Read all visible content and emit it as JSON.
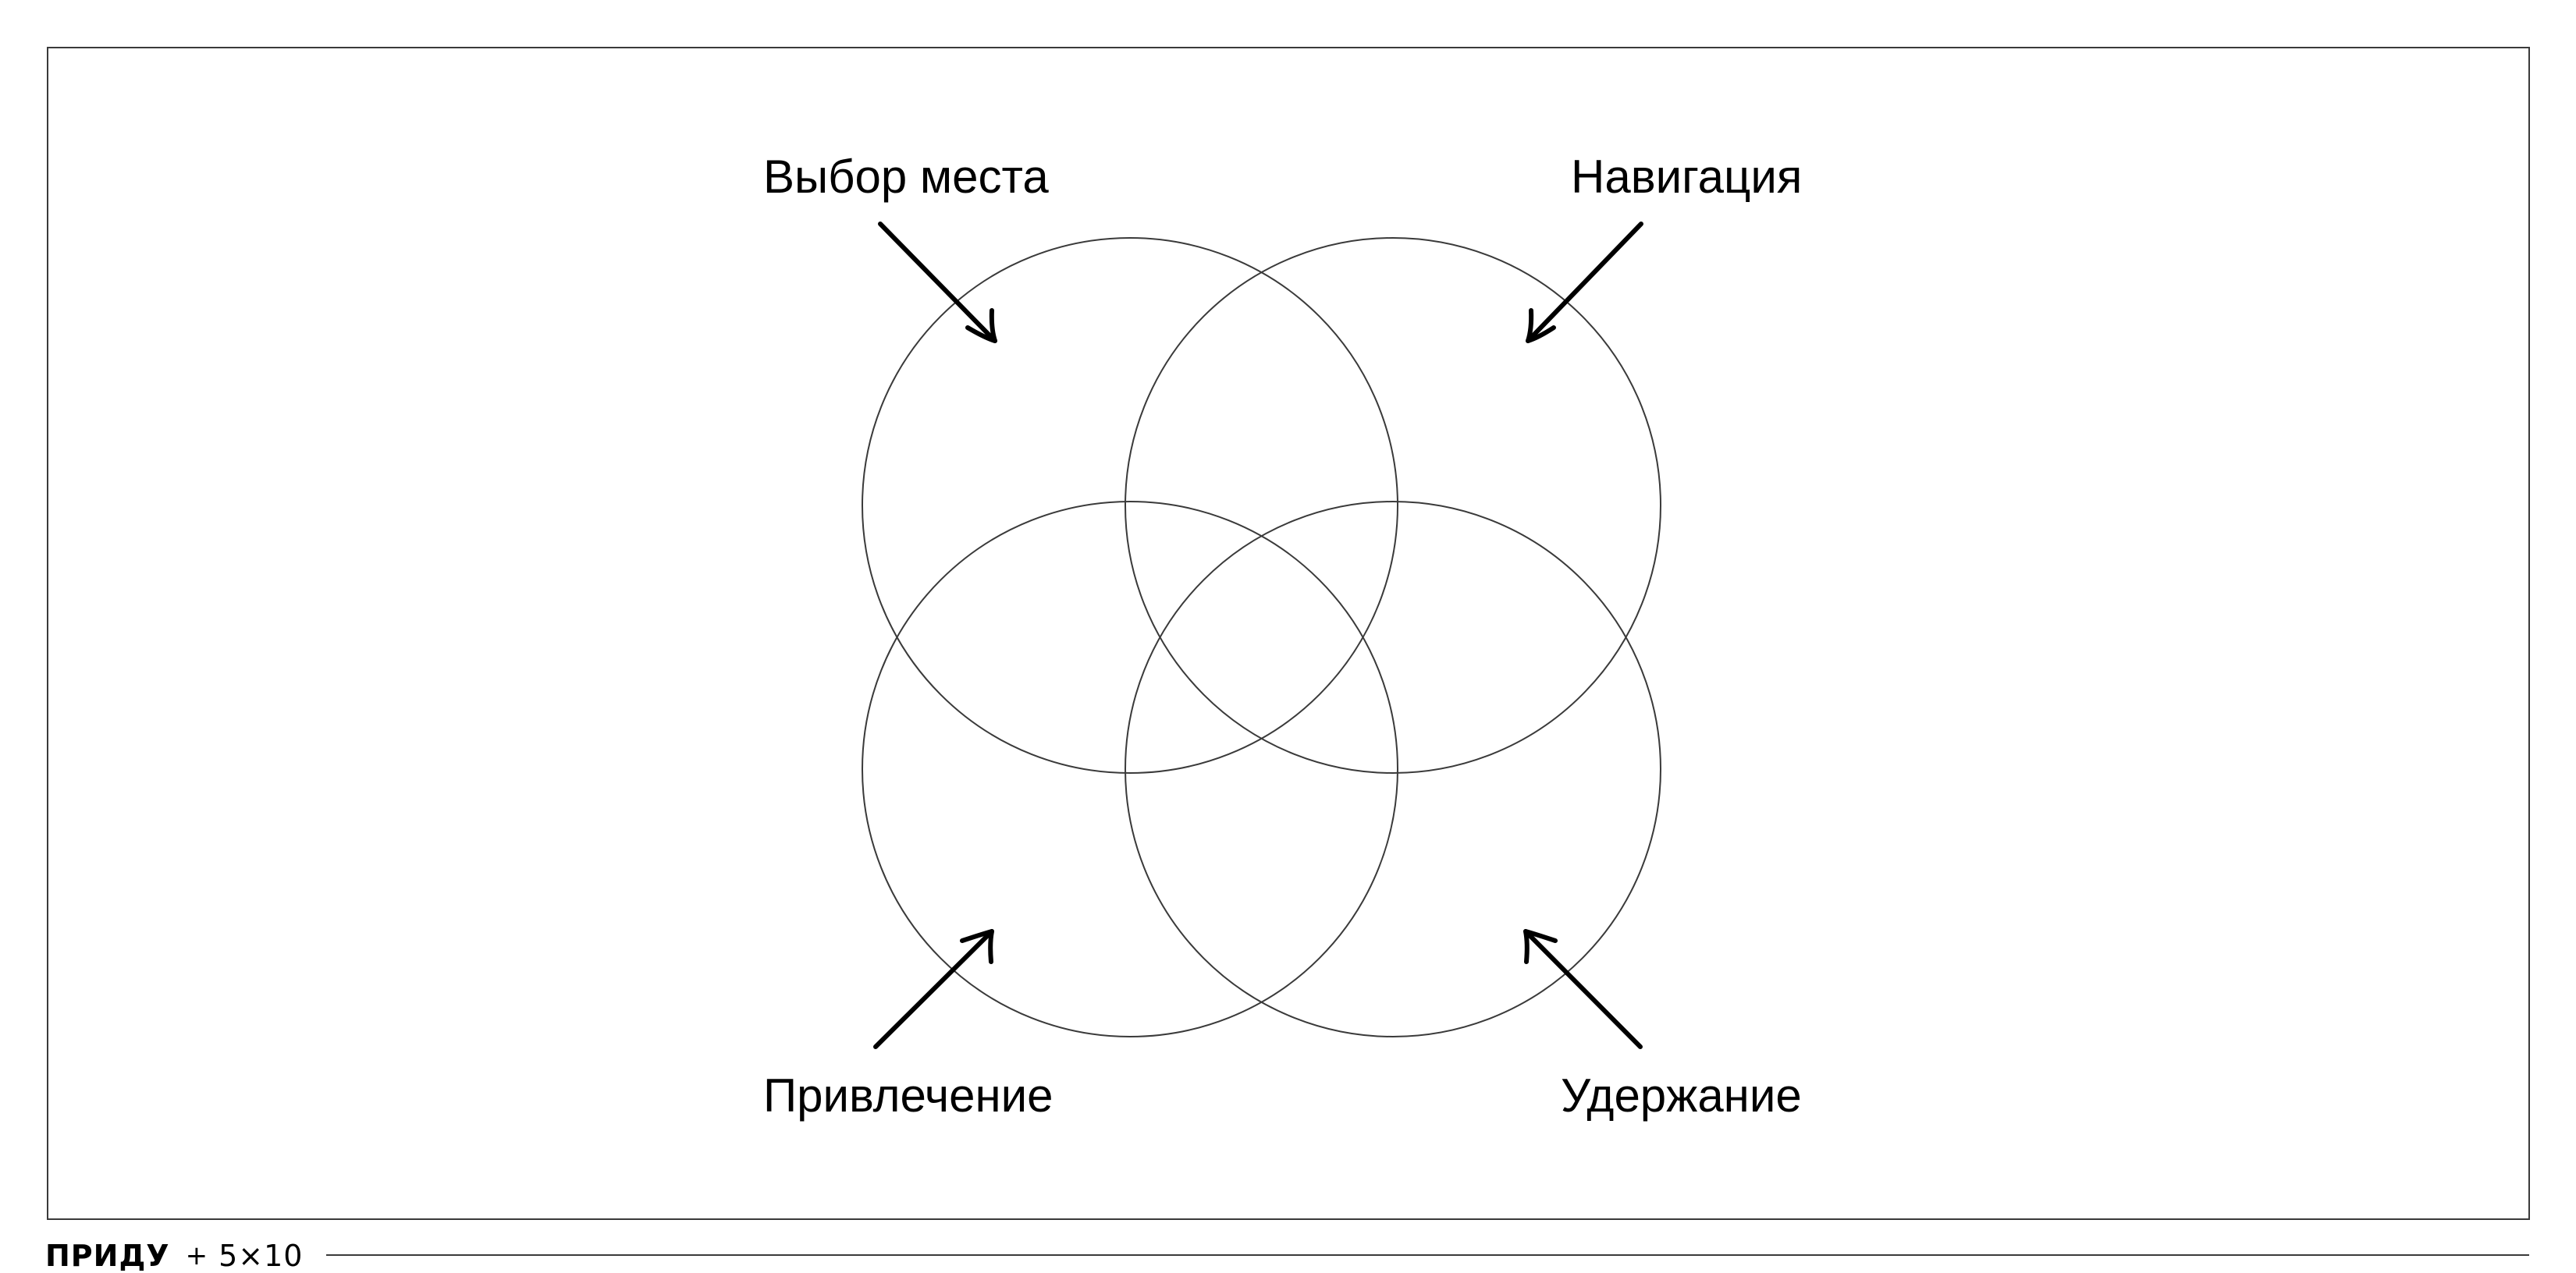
{
  "labels": {
    "top_left": "Выбор места",
    "top_right": "Навигация",
    "bottom_left": "Привлечение",
    "bottom_right": "Удержание"
  },
  "footer": {
    "brand": "ПРИДУ",
    "plus": "+",
    "partner": "5×10"
  },
  "colors": {
    "stroke": "#3a3a3a",
    "arrow": "#000000",
    "background": "#ffffff"
  }
}
